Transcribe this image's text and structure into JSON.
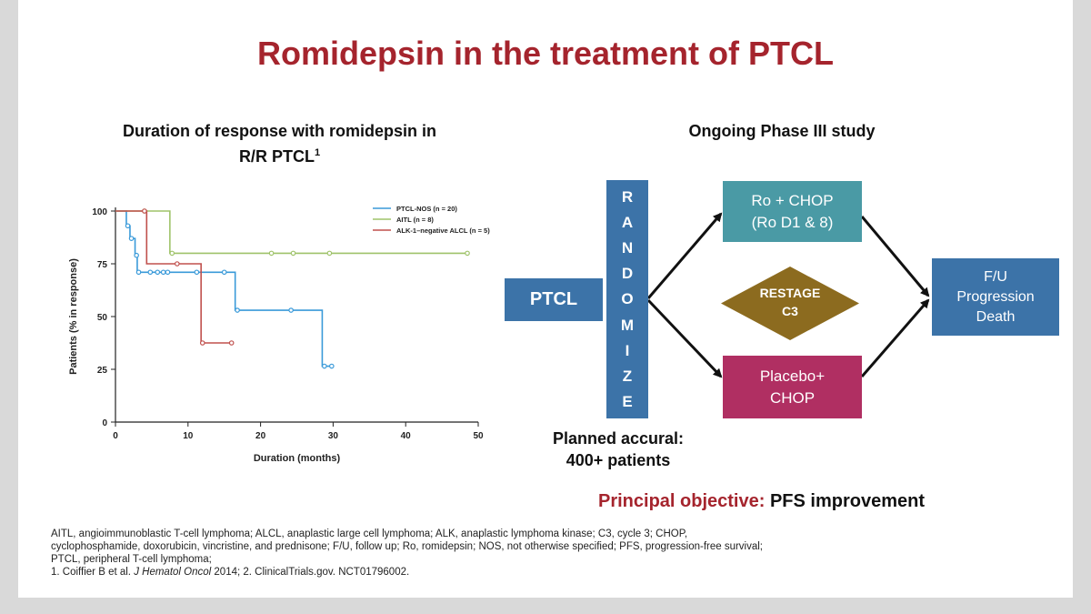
{
  "slide": {
    "title": "Romidepsin in the treatment of PTCL",
    "left_heading_line1": "Duration of response with romidepsin in",
    "left_heading_line2": "R/R PTCL",
    "left_heading_sup": "1",
    "right_heading": "Ongoing Phase III study"
  },
  "chart_data": {
    "type": "line",
    "xlabel": "Duration (months)",
    "ylabel": "Patients (% in response)",
    "xlim": [
      0,
      50
    ],
    "ylim": [
      0,
      100
    ],
    "xticks": [
      0,
      10,
      20,
      30,
      40,
      50
    ],
    "yticks": [
      0,
      25,
      50,
      75,
      100
    ],
    "legend_position": "top-right",
    "series": [
      {
        "name": "PTCL-NOS (n = 20)",
        "color": "#3a9ad9",
        "steps": [
          [
            0,
            100
          ],
          [
            1.5,
            100
          ],
          [
            1.5,
            93
          ],
          [
            2,
            93
          ],
          [
            2,
            87
          ],
          [
            2.7,
            87
          ],
          [
            2.7,
            79
          ],
          [
            3,
            79
          ],
          [
            3,
            71
          ],
          [
            16.5,
            71
          ],
          [
            16.5,
            53
          ],
          [
            28.5,
            53
          ],
          [
            28.5,
            26.5
          ],
          [
            29.8,
            26.5
          ]
        ],
        "censored": [
          [
            1.7,
            93
          ],
          [
            2.2,
            87
          ],
          [
            2.9,
            79
          ],
          [
            3.2,
            71
          ],
          [
            4.8,
            71
          ],
          [
            5.8,
            71
          ],
          [
            6.6,
            71
          ],
          [
            7.2,
            71
          ],
          [
            11.2,
            71
          ],
          [
            15,
            71
          ],
          [
            16.8,
            53
          ],
          [
            24.2,
            53
          ],
          [
            28.8,
            26.5
          ],
          [
            29.8,
            26.5
          ]
        ]
      },
      {
        "name": "AITL (n = 8)",
        "color": "#9fc36a",
        "steps": [
          [
            0,
            100
          ],
          [
            7.5,
            100
          ],
          [
            7.5,
            80
          ],
          [
            48.5,
            80
          ]
        ],
        "censored": [
          [
            4,
            100
          ],
          [
            7.8,
            80
          ],
          [
            21.5,
            80
          ],
          [
            24.5,
            80
          ],
          [
            29.5,
            80
          ],
          [
            48.5,
            80
          ]
        ]
      },
      {
        "name": "ALK-1–negative ALCL (n = 5)",
        "color": "#c0504d",
        "steps": [
          [
            0,
            100
          ],
          [
            4.3,
            100
          ],
          [
            4.3,
            75
          ],
          [
            11.8,
            75
          ],
          [
            11.8,
            37.5
          ],
          [
            16,
            37.5
          ]
        ],
        "censored": [
          [
            4,
            100
          ],
          [
            8.5,
            75
          ],
          [
            12,
            37.5
          ],
          [
            16,
            37.5
          ]
        ]
      }
    ]
  },
  "diagram": {
    "ptcl": "PTCL",
    "randomize_letters": [
      "R",
      "A",
      "N",
      "D",
      "O",
      "M",
      "I",
      "Z",
      "E"
    ],
    "arm1_line1": "Ro + CHOP",
    "arm1_line2": "(Ro D1 & 8)",
    "restage_line1": "RESTAGE",
    "restage_line2": "C3",
    "arm2_line1": "Placebo+",
    "arm2_line2": "CHOP",
    "outcome_line1": "F/U",
    "outcome_line2": "Progression",
    "outcome_line3": "Death",
    "accrual_line1": "Planned accural:",
    "accrual_line2": "400+ patients",
    "objective_label": "Principal objective:",
    "objective_value": "PFS improvement",
    "colors": {
      "blue": "#3c73a8",
      "teal": "#4a9aa5",
      "magenta": "#b02f62",
      "gold": "#8c6b1f",
      "title_red": "#a5242d"
    }
  },
  "footnotes": {
    "line1": "AITL, angioimmunoblastic T-cell lymphoma; ALCL, anaplastic large cell lymphoma; ALK, anaplastic lymphoma kinase; C3, cycle 3; CHOP,",
    "line2": "cyclophosphamide, doxorubicin, vincristine, and prednisone; F/U, follow up; Ro, romidepsin; NOS, not otherwise specified; PFS, progression-free survival;",
    "line3": "PTCL, peripheral T-cell lymphoma;",
    "ref1_prefix": "1. Coiffier B et al. ",
    "ref1_journal": "J Hematol Oncol",
    "ref1_suffix": " 2014; 2. ClinicalTrials.gov. NCT01796002."
  }
}
